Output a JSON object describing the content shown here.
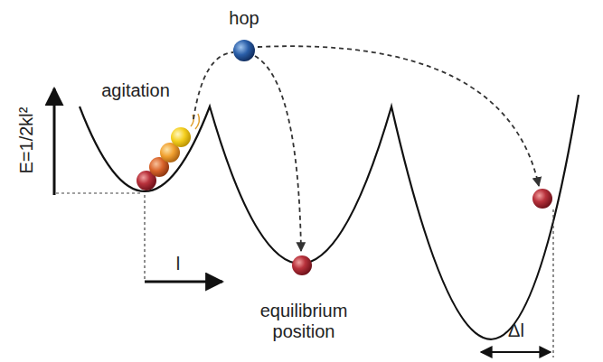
{
  "diagram": {
    "labels": [
      "hop",
      "agitation",
      "E=1/2kl²",
      "l",
      "equilibrium position",
      "Δl"
    ]
  }
}
